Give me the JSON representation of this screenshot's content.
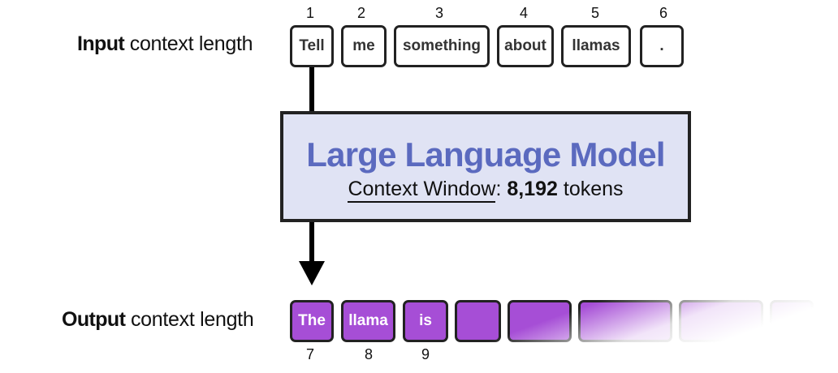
{
  "input": {
    "label_bold": "Input",
    "label_rest": " context length",
    "tokens": [
      {
        "index": "1",
        "text": "Tell"
      },
      {
        "index": "2",
        "text": "me"
      },
      {
        "index": "3",
        "text": "something"
      },
      {
        "index": "4",
        "text": "about"
      },
      {
        "index": "5",
        "text": "llamas"
      },
      {
        "index": "6",
        "text": "."
      }
    ]
  },
  "model": {
    "title": "Large Language Model",
    "context_label": "Context Window",
    "colon": ":",
    "context_value": "8,192",
    "context_unit": "tokens"
  },
  "output": {
    "label_bold": "Output",
    "label_rest": " context length",
    "tokens": [
      {
        "index": "7",
        "text": "The"
      },
      {
        "index": "8",
        "text": "llama"
      },
      {
        "index": "9",
        "text": "is"
      },
      {
        "index": "",
        "text": ""
      },
      {
        "index": "",
        "text": ""
      },
      {
        "index": "",
        "text": ""
      },
      {
        "index": "",
        "text": ""
      },
      {
        "index": "",
        "text": ""
      }
    ]
  },
  "colors": {
    "model_fill": "#e0e3f4",
    "model_title": "#5b6abf",
    "output_token": "#a64ed6",
    "border": "#222222"
  }
}
